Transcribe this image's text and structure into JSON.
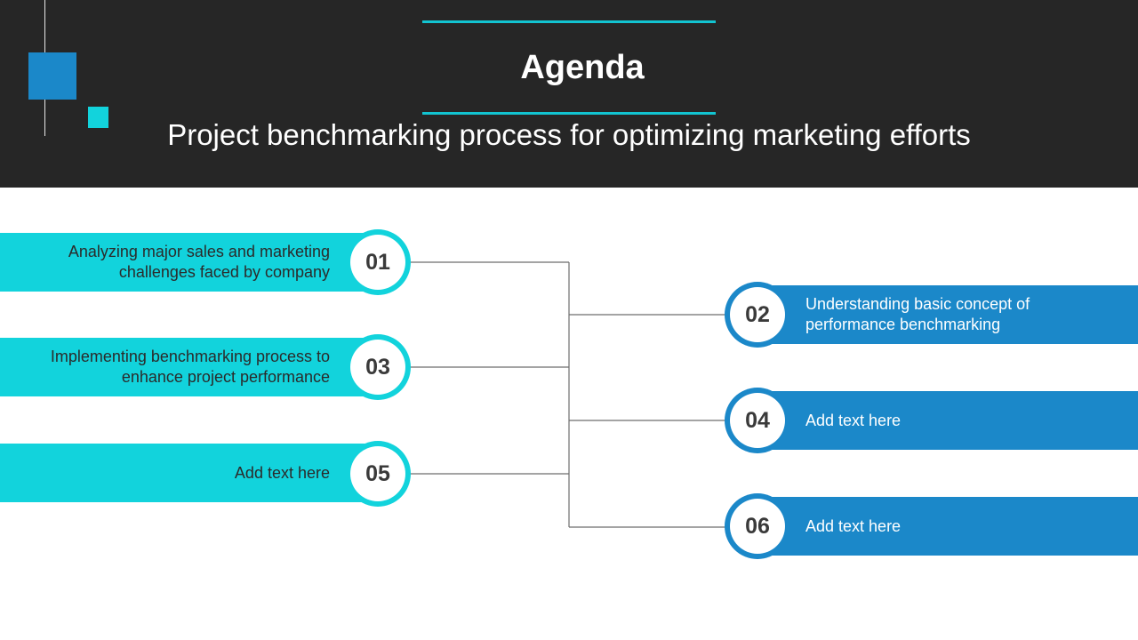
{
  "header": {
    "title": "Agenda",
    "subtitle": "Project benchmarking process for optimizing marketing efforts"
  },
  "colors": {
    "header_bg": "#262626",
    "accent_cyan": "#12d3dc",
    "accent_blue": "#1b88c9"
  },
  "items": [
    {
      "number": "01",
      "text_line1": "Analyzing  major sales and marketing",
      "text_line2": "challenges faced by company"
    },
    {
      "number": "02",
      "text_line1": "Understanding basic concept of",
      "text_line2": "performance benchmarking"
    },
    {
      "number": "03",
      "text_line1": "Implementing benchmarking process to",
      "text_line2": "enhance project performance"
    },
    {
      "number": "04",
      "text_line1": "Add text here",
      "text_line2": ""
    },
    {
      "number": "05",
      "text_line1": "Add text here",
      "text_line2": ""
    },
    {
      "number": "06",
      "text_line1": "Add text here",
      "text_line2": ""
    }
  ]
}
